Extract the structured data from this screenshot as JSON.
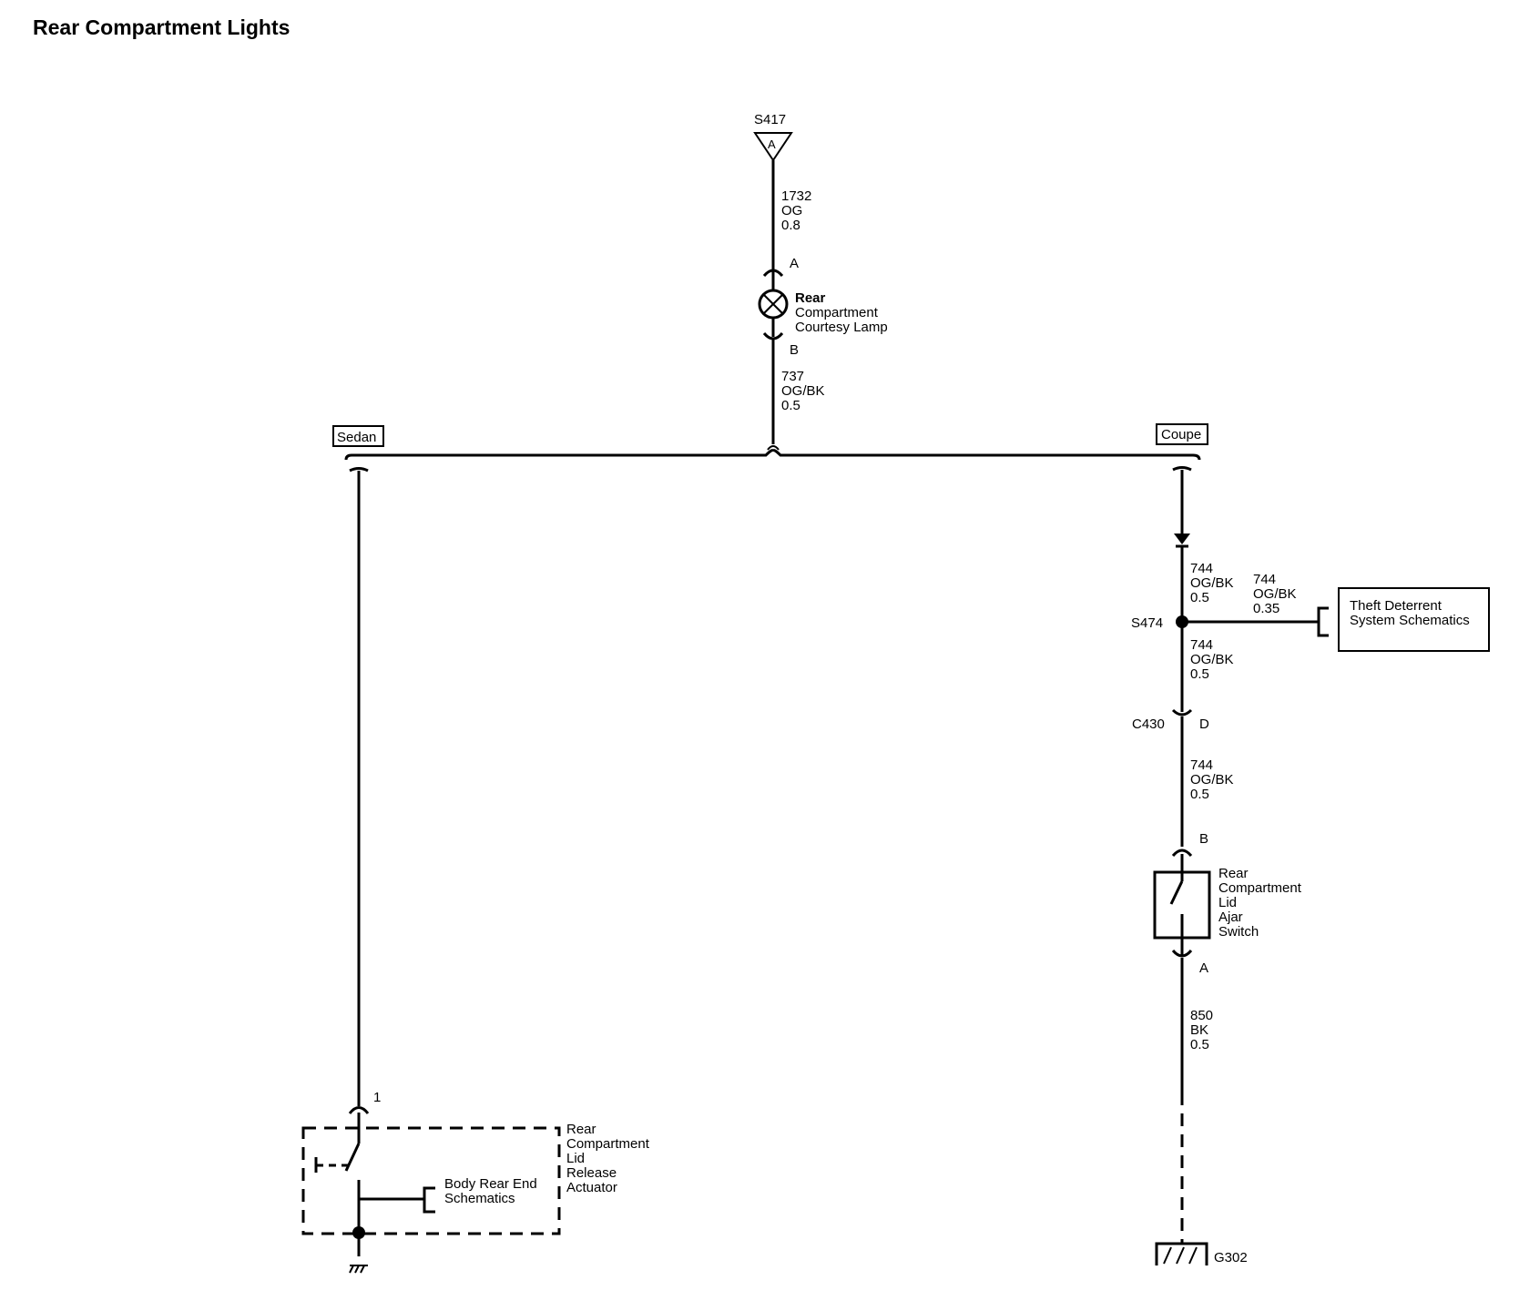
{
  "title": "Rear Compartment Lights",
  "splice_top": {
    "id": "S417",
    "pin": "A"
  },
  "wire_1732": {
    "circuit": "1732",
    "color": "OG",
    "size": "0.8"
  },
  "lamp": {
    "pin_a": "A",
    "pin_b": "B",
    "name_lines": [
      "Rear",
      "Compartment",
      "Courtesy Lamp"
    ]
  },
  "wire_737": {
    "circuit": "737",
    "color": "OG/BK",
    "size": "0.5"
  },
  "options": {
    "sedan": "Sedan",
    "coupe": "Coupe"
  },
  "wire_744_a": {
    "circuit": "744",
    "color": "OG/BK",
    "size": "0.5"
  },
  "wire_744_theft": {
    "circuit": "744",
    "color": "OG/BK",
    "size": "0.35"
  },
  "splice_s474": "S474",
  "theft_box": [
    "Theft Deterrent",
    "System Schematics"
  ],
  "wire_744_b": {
    "circuit": "744",
    "color": "OG/BK",
    "size": "0.5"
  },
  "connector_c430": {
    "id": "C430",
    "pin": "D"
  },
  "wire_744_c": {
    "circuit": "744",
    "color": "OG/BK",
    "size": "0.5"
  },
  "ajar_switch": {
    "pin_b": "B",
    "pin_a": "A",
    "name_lines": [
      "Rear",
      "Compartment",
      "Lid",
      "Ajar",
      "Switch"
    ]
  },
  "wire_850": {
    "circuit": "850",
    "color": "BK",
    "size": "0.5"
  },
  "ground_g302": "G302",
  "actuator": {
    "pin": "1",
    "name_lines": [
      "Rear",
      "Compartment",
      "Lid",
      "Release",
      "Actuator"
    ]
  },
  "body_rear_end": [
    "Body Rear End",
    "Schematics"
  ]
}
